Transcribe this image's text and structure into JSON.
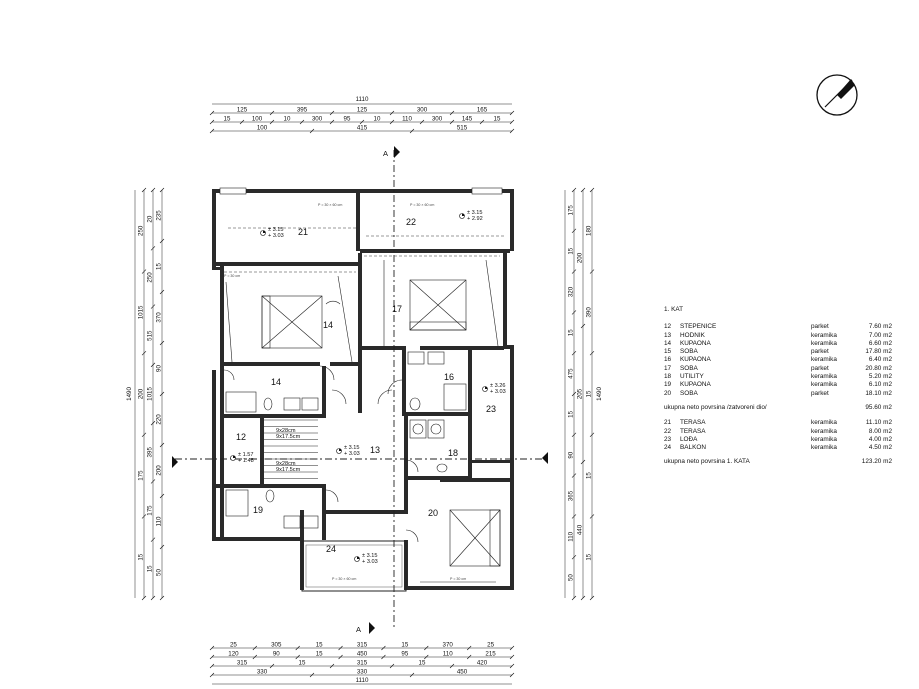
{
  "dimensions": {
    "top_total": "1110",
    "top_row1": [
      "125",
      "395",
      "125",
      "300",
      "165"
    ],
    "top_row2": [
      "15",
      "100",
      "10",
      "300",
      "95",
      "10",
      "110",
      "300",
      "145",
      "15"
    ],
    "top_row3": [
      "100",
      "415",
      "515"
    ],
    "bottom_row1": [
      "25",
      "305",
      "15",
      "315",
      "15",
      "370",
      "25"
    ],
    "bottom_row2": [
      "120",
      "90",
      "15",
      "450",
      "95",
      "110",
      "215"
    ],
    "bottom_row3": [
      "315",
      "15",
      "315",
      "15",
      "420"
    ],
    "bottom_row4": [
      "330",
      "330",
      "450"
    ],
    "bottom_total": "1110",
    "left_total": "1490",
    "left_col1": [
      "235",
      "15",
      "370",
      "90",
      "220",
      "200",
      "110",
      "50"
    ],
    "left_col2": [
      "20",
      "250",
      "515",
      "1015",
      "395",
      "175",
      "15"
    ],
    "left_col3": [
      "250",
      "1015",
      "200",
      "175",
      "15"
    ],
    "right_total": "1490",
    "right_col1": [
      "175",
      "15",
      "320",
      "15",
      "475",
      "15",
      "90",
      "365",
      "110",
      "50"
    ],
    "right_col2": [
      "200",
      "205",
      "440"
    ],
    "right_col3": [
      "180",
      "390",
      "15",
      "15",
      "15"
    ]
  },
  "rooms": {
    "r21": "21",
    "r22": "22",
    "r17": "17",
    "r14a": "14",
    "r14b": "14",
    "r16": "16",
    "r23": "23",
    "r12": "12",
    "r13": "13",
    "r18": "18",
    "r19": "19",
    "r20": "20",
    "r24": "24"
  },
  "levels": {
    "l21": [
      "± 3.15",
      "+ 3.03"
    ],
    "l22": [
      "± 3.15",
      "+ 2.92"
    ],
    "l23": [
      "± 3.26",
      "+ 3.03"
    ],
    "l13": [
      "± 3.15",
      "+ 3.03"
    ],
    "l12": [
      "± 1.57",
      "+ 1.48"
    ],
    "l24": [
      "± 3.15",
      "+ 3.03"
    ]
  },
  "stairs": {
    "upper": [
      "9x28cm",
      "9x17.5cm"
    ],
    "lower": [
      "9x28cm",
      "9x17.5cm"
    ]
  },
  "notes": {
    "p21": "P = 30 × 60 cm",
    "p22": "P = 30 × 60 cm",
    "p30": "P = 30 cm",
    "p24": "P = 30 × 60 cm",
    "p20": "P = 30 cm"
  },
  "section_marks": {
    "top": "A",
    "bottom": "A"
  },
  "legend": {
    "title": "1. KAT",
    "rows": [
      {
        "no": "12",
        "name": "STEPENICE",
        "floor": "parket",
        "area": "7.60 m2"
      },
      {
        "no": "13",
        "name": "HODNIK",
        "floor": "keramika",
        "area": "7.00 m2"
      },
      {
        "no": "14",
        "name": "KUPAONA",
        "floor": "keramika",
        "area": "6.60 m2"
      },
      {
        "no": "15",
        "name": "SOBA",
        "floor": "parket",
        "area": "17.80 m2"
      },
      {
        "no": "16",
        "name": "KUPAONA",
        "floor": "keramika",
        "area": "6.40 m2"
      },
      {
        "no": "17",
        "name": "SOBA",
        "floor": "parket",
        "area": "20.80 m2"
      },
      {
        "no": "18",
        "name": "UTILITY",
        "floor": "keramika",
        "area": "5.20 m2"
      },
      {
        "no": "19",
        "name": "KUPAONA",
        "floor": "keramika",
        "area": "6.10 m2"
      },
      {
        "no": "20",
        "name": "SOBA",
        "floor": "parket",
        "area": "18.10 m2"
      }
    ],
    "subtotal_label": "ukupna neto povrsina /zatvoreni dio/",
    "subtotal_value": "95.60 m2",
    "rows2": [
      {
        "no": "21",
        "name": "TERASA",
        "floor": "keramika",
        "area": "11.10 m2"
      },
      {
        "no": "22",
        "name": "TERASA",
        "floor": "keramika",
        "area": "8.00 m2"
      },
      {
        "no": "23",
        "name": "LOĐA",
        "floor": "keramika",
        "area": "4.00 m2"
      },
      {
        "no": "24",
        "name": "BALKON",
        "floor": "keramika",
        "area": "4.50 m2"
      }
    ],
    "total_label": "ukupna neto povrsina 1. KATA",
    "total_value": "123.20 m2"
  }
}
